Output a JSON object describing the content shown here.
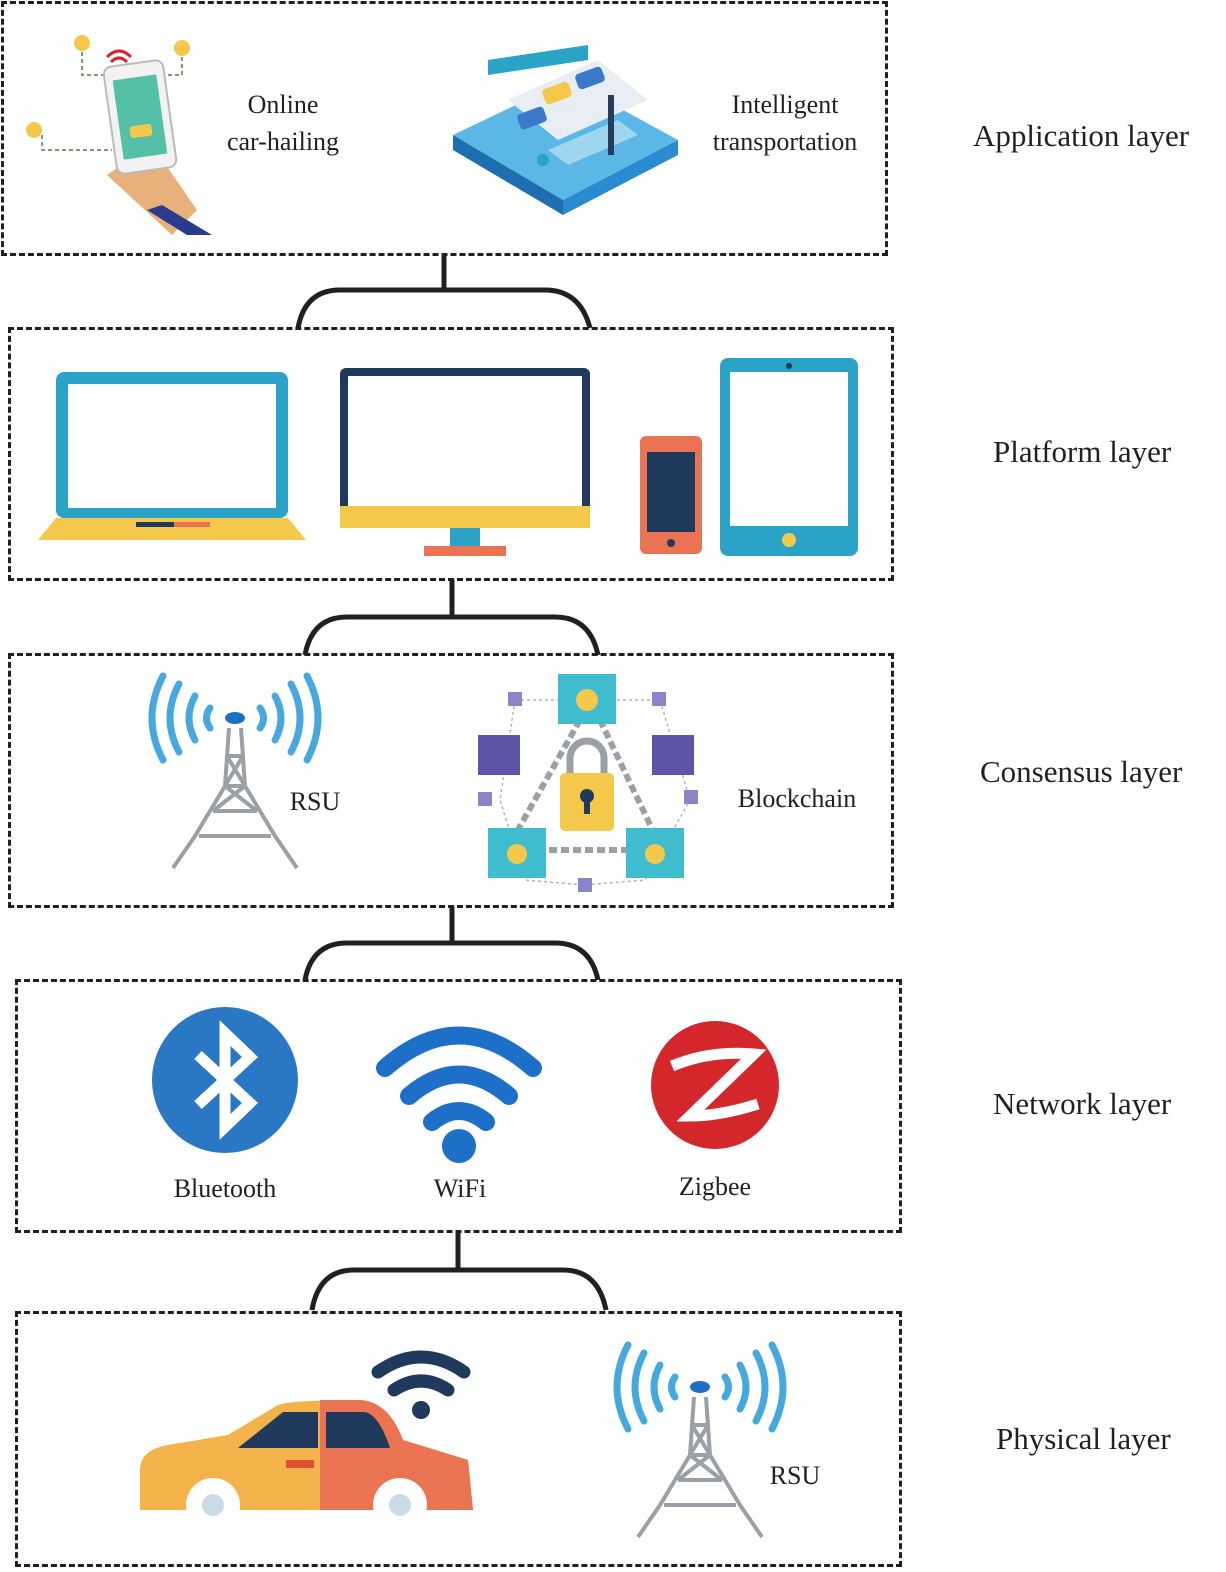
{
  "layers": [
    {
      "name": "Application layer",
      "items": [
        {
          "icon": "phone-hailing-icon",
          "label_lines": [
            "Online",
            "car-hailing"
          ]
        },
        {
          "icon": "intelligent-transport-icon",
          "label_lines": [
            "Intelligent",
            "transportation"
          ]
        }
      ]
    },
    {
      "name": "Platform layer",
      "items": [
        {
          "icon": "laptop-icon"
        },
        {
          "icon": "monitor-icon"
        },
        {
          "icon": "smartphone-icon"
        },
        {
          "icon": "tablet-icon"
        }
      ]
    },
    {
      "name": "Consensus layer",
      "items": [
        {
          "icon": "rsu-tower-icon",
          "label": "RSU"
        },
        {
          "icon": "blockchain-icon",
          "label": "Blockchain"
        }
      ]
    },
    {
      "name": "Network layer",
      "items": [
        {
          "icon": "bluetooth-icon",
          "label": "Bluetooth"
        },
        {
          "icon": "wifi-icon",
          "label": "WiFi"
        },
        {
          "icon": "zigbee-icon",
          "label": "Zigbee"
        }
      ]
    },
    {
      "name": "Physical layer",
      "items": [
        {
          "icon": "connected-car-icon"
        },
        {
          "icon": "rsu-tower-icon",
          "label": "RSU"
        }
      ]
    }
  ],
  "colors": {
    "line": "#231f20",
    "teal": "#2aa3c6",
    "yellow": "#f4c84a",
    "orange": "#ea7354",
    "navy": "#1f3a5c",
    "purple": "#5c55a8",
    "cyan": "#3fbccd",
    "blue": "#2a78c4",
    "red": "#d4272c"
  }
}
